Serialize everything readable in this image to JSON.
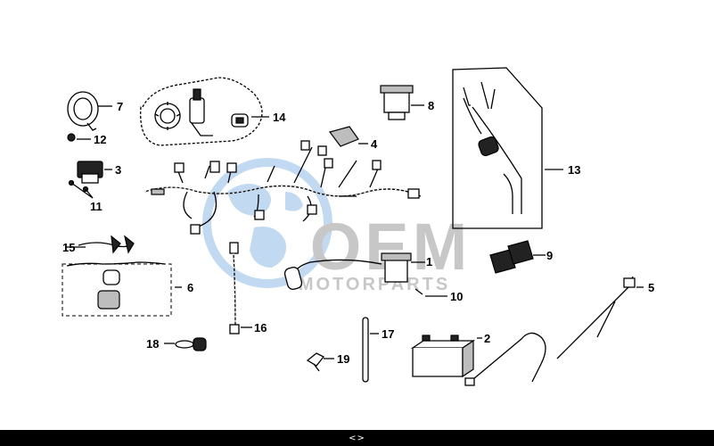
{
  "watermark": {
    "brand": "OEM",
    "tagline": "MOTORPARTS"
  },
  "callouts": [
    "1",
    "2",
    "3",
    "4",
    "5",
    "6",
    "7",
    "8",
    "9",
    "10",
    "11",
    "12",
    "13",
    "14",
    "15",
    "16",
    "17",
    "18",
    "19"
  ],
  "nav": {
    "arrows": "<>"
  },
  "colors": {
    "watermark_blue": "#8fbbe6",
    "watermark_grey": "#9a9a9a",
    "bar": "#000000"
  }
}
